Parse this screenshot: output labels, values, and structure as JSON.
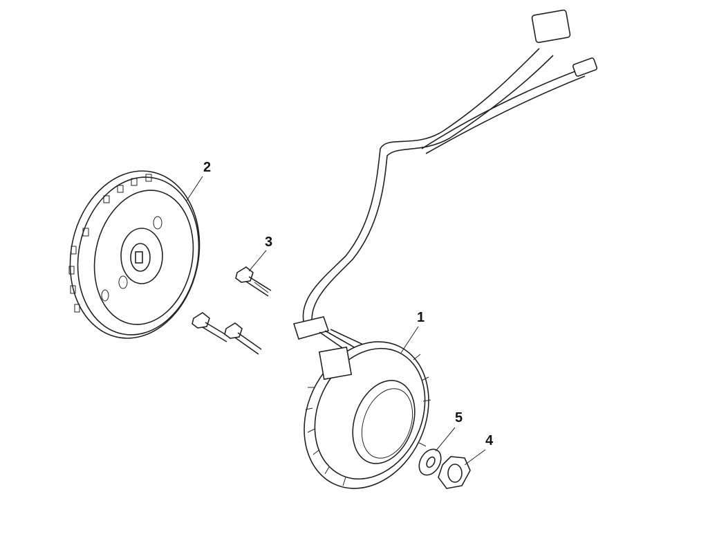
{
  "diagram": {
    "callouts": [
      {
        "id": "1",
        "part": "stator"
      },
      {
        "id": "2",
        "part": "flywheel"
      },
      {
        "id": "3",
        "part": "bolt"
      },
      {
        "id": "4",
        "part": "nut"
      },
      {
        "id": "5",
        "part": "washer"
      }
    ]
  }
}
